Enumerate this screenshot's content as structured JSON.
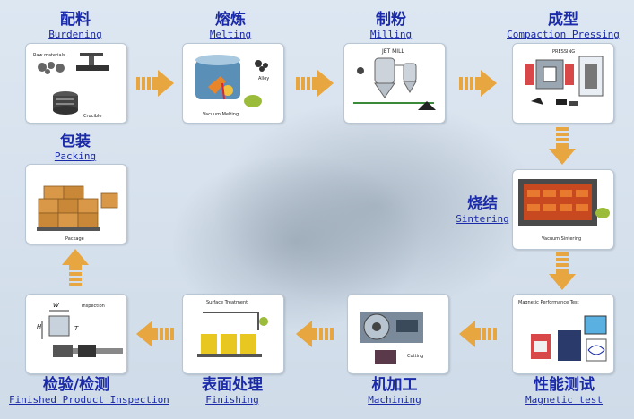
{
  "steps": [
    {
      "zh": "配料",
      "en": "Burdening"
    },
    {
      "zh": "熔炼",
      "en": "Melting"
    },
    {
      "zh": "制粉",
      "en": "Milling"
    },
    {
      "zh": "成型",
      "en": "Compaction Pressing"
    },
    {
      "zh": "烧结",
      "en": "Sintering"
    },
    {
      "zh": "性能测试",
      "en": "Magnetic test"
    },
    {
      "zh": "机加工",
      "en": "Machining"
    },
    {
      "zh": "表面处理",
      "en": "Finishing"
    },
    {
      "zh": "检验/检测",
      "en": "Finished Product Inspection"
    },
    {
      "zh": "包装",
      "en": "Packing"
    }
  ],
  "box_labels": {
    "burdening": {
      "raw": "Raw materials",
      "crucible": "Crucible"
    },
    "melting": {
      "alloy": "Alloy",
      "vacuum": "Vacuum Melting"
    },
    "milling": {
      "jet": "JET MILL"
    },
    "pressing": {
      "pressing": "PRESSING"
    },
    "sintering": {
      "vacuum": "Vacuum Sintering"
    },
    "magnetic": {
      "perf": "Magnetic Performance Test"
    },
    "machining": {
      "cutting": "Cutting"
    },
    "finishing": {
      "surface": "Surface Treatment"
    },
    "inspection": {
      "inspection": "Inspection",
      "w": "W",
      "h": "H",
      "t": "T"
    },
    "packing": {
      "package": "Package"
    }
  },
  "colors": {
    "text": "#1a2aa8",
    "arrow": "#e8a640",
    "arrow_dark": "#c98420"
  }
}
